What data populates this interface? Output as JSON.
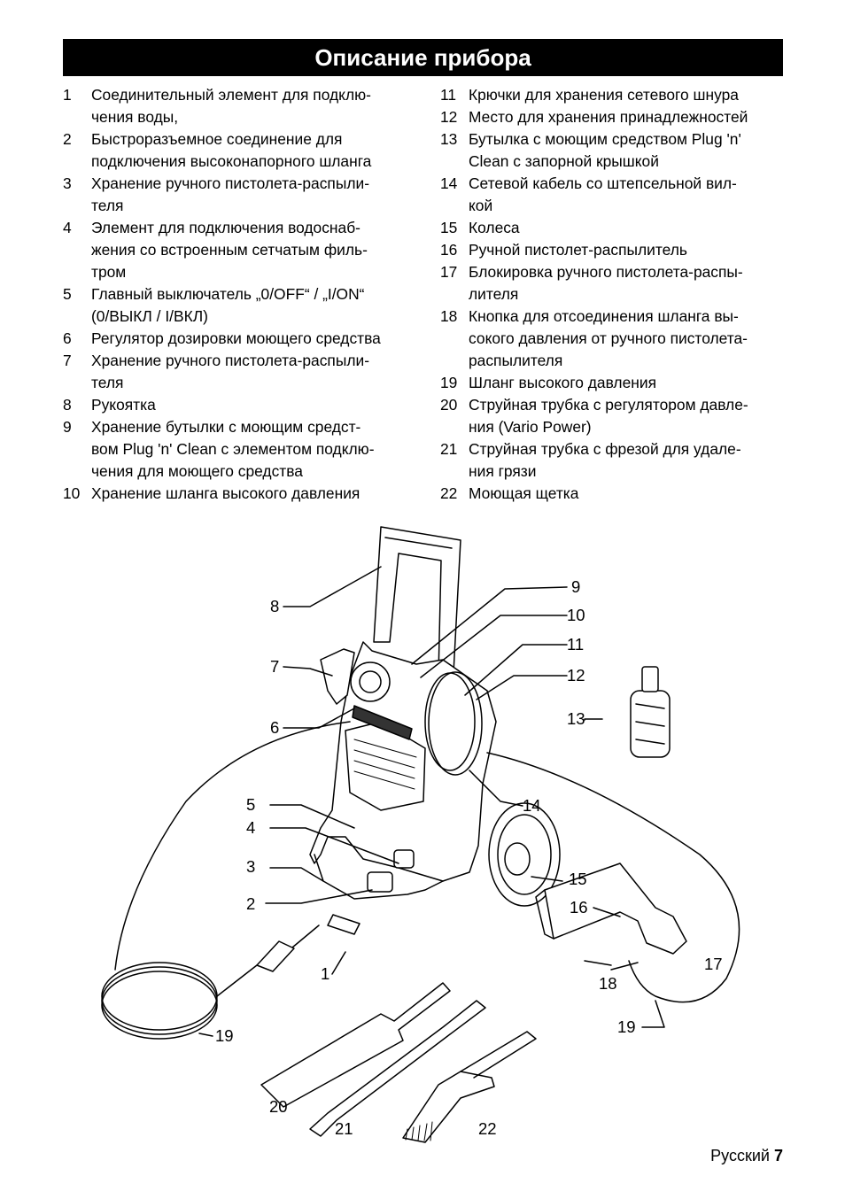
{
  "title": "Описание прибора",
  "left_items": [
    {
      "n": "1",
      "text": "Соединительный элемент для подклю-\nчения воды,"
    },
    {
      "n": "2",
      "text": "Быстроразъемное соединение для\nподключения высоконапорного шланга"
    },
    {
      "n": "3",
      "text": "Хранение ручного пистолета-распыли-\nтеля"
    },
    {
      "n": "4",
      "text": "Элемент для подключения водоснаб-\nжения со встроенным сетчатым филь-\nтром"
    },
    {
      "n": "5",
      "text": "Главный выключатель „0/OFF“ / „I/ON“\n(0/ВЫКЛ / I/ВКЛ)"
    },
    {
      "n": "6",
      "text": "Регулятор дозировки моющего средства"
    },
    {
      "n": "7",
      "text": "Хранение ручного пистолета-распыли-\nтеля"
    },
    {
      "n": "8",
      "text": "Рукоятка"
    },
    {
      "n": "9",
      "text": "Хранение бутылки с моющим средст-\nвом Plug 'n' Clean с элементом подклю-\nчения для моющего средства"
    },
    {
      "n": "10",
      "text": "Хранение шланга высокого давления"
    }
  ],
  "right_items": [
    {
      "n": "11",
      "text": "Крючки для хранения сетевого шнура"
    },
    {
      "n": "12",
      "text": "Место для хранения принадлежностей"
    },
    {
      "n": "13",
      "text": "Бутылка с моющим средством Plug 'n'\nClean с запорной крышкой"
    },
    {
      "n": "14",
      "text": "Сетевой кабель со штепсельной вил-\nкой"
    },
    {
      "n": "15",
      "text": "Колеса"
    },
    {
      "n": "16",
      "text": "Ручной пистолет-распылитель"
    },
    {
      "n": "17",
      "text": "Блокировка ручного пистолета-распы-\nлителя"
    },
    {
      "n": "18",
      "text": "Кнопка для отсоединения шланга вы-\nсокого давления от ручного пистолета-\nраспылителя"
    },
    {
      "n": "19",
      "text": "Шланг высокого давления"
    },
    {
      "n": "20",
      "text": "Струйная трубка с регулятором давле-\nния (Vario Power)"
    },
    {
      "n": "21",
      "text": "Струйная трубка с фрезой для удале-\nния грязи"
    },
    {
      "n": "22",
      "text": "Моющая щетка"
    }
  ],
  "callouts": [
    "1",
    "2",
    "3",
    "4",
    "5",
    "6",
    "7",
    "8",
    "9",
    "10",
    "11",
    "12",
    "13",
    "14",
    "15",
    "16",
    "17",
    "18",
    "19",
    "19",
    "20",
    "21",
    "22"
  ],
  "footer": {
    "lang": "Русский",
    "page": "7"
  }
}
